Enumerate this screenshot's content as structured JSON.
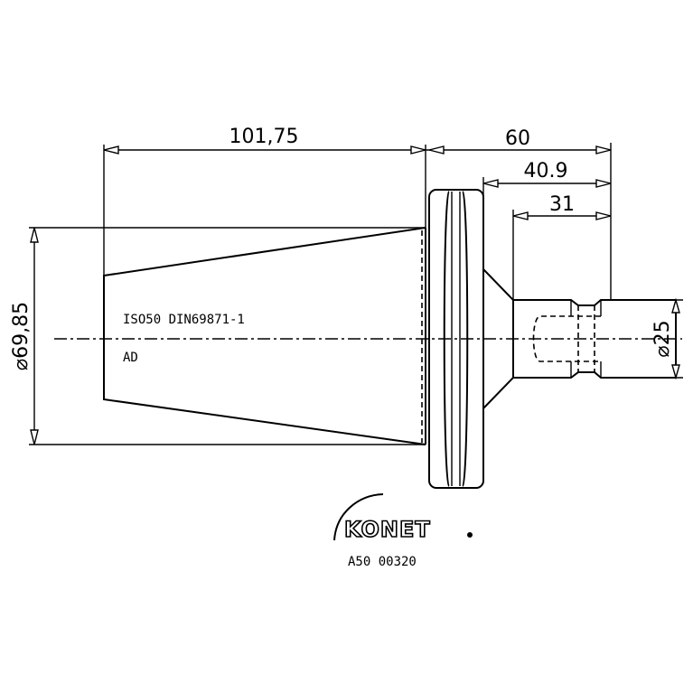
{
  "dimensions": {
    "taper_length": "101,75",
    "overall_length": "60",
    "flange_to_end": "40.9",
    "shank_length": "31",
    "flange_diameter": "⌀69,85",
    "shank_diameter": "⌀25"
  },
  "notes": {
    "standard": "ISO50 DIN69871-1",
    "variant": "AD"
  },
  "brand": {
    "name": "KONET",
    "part_number": "A50 00320"
  }
}
